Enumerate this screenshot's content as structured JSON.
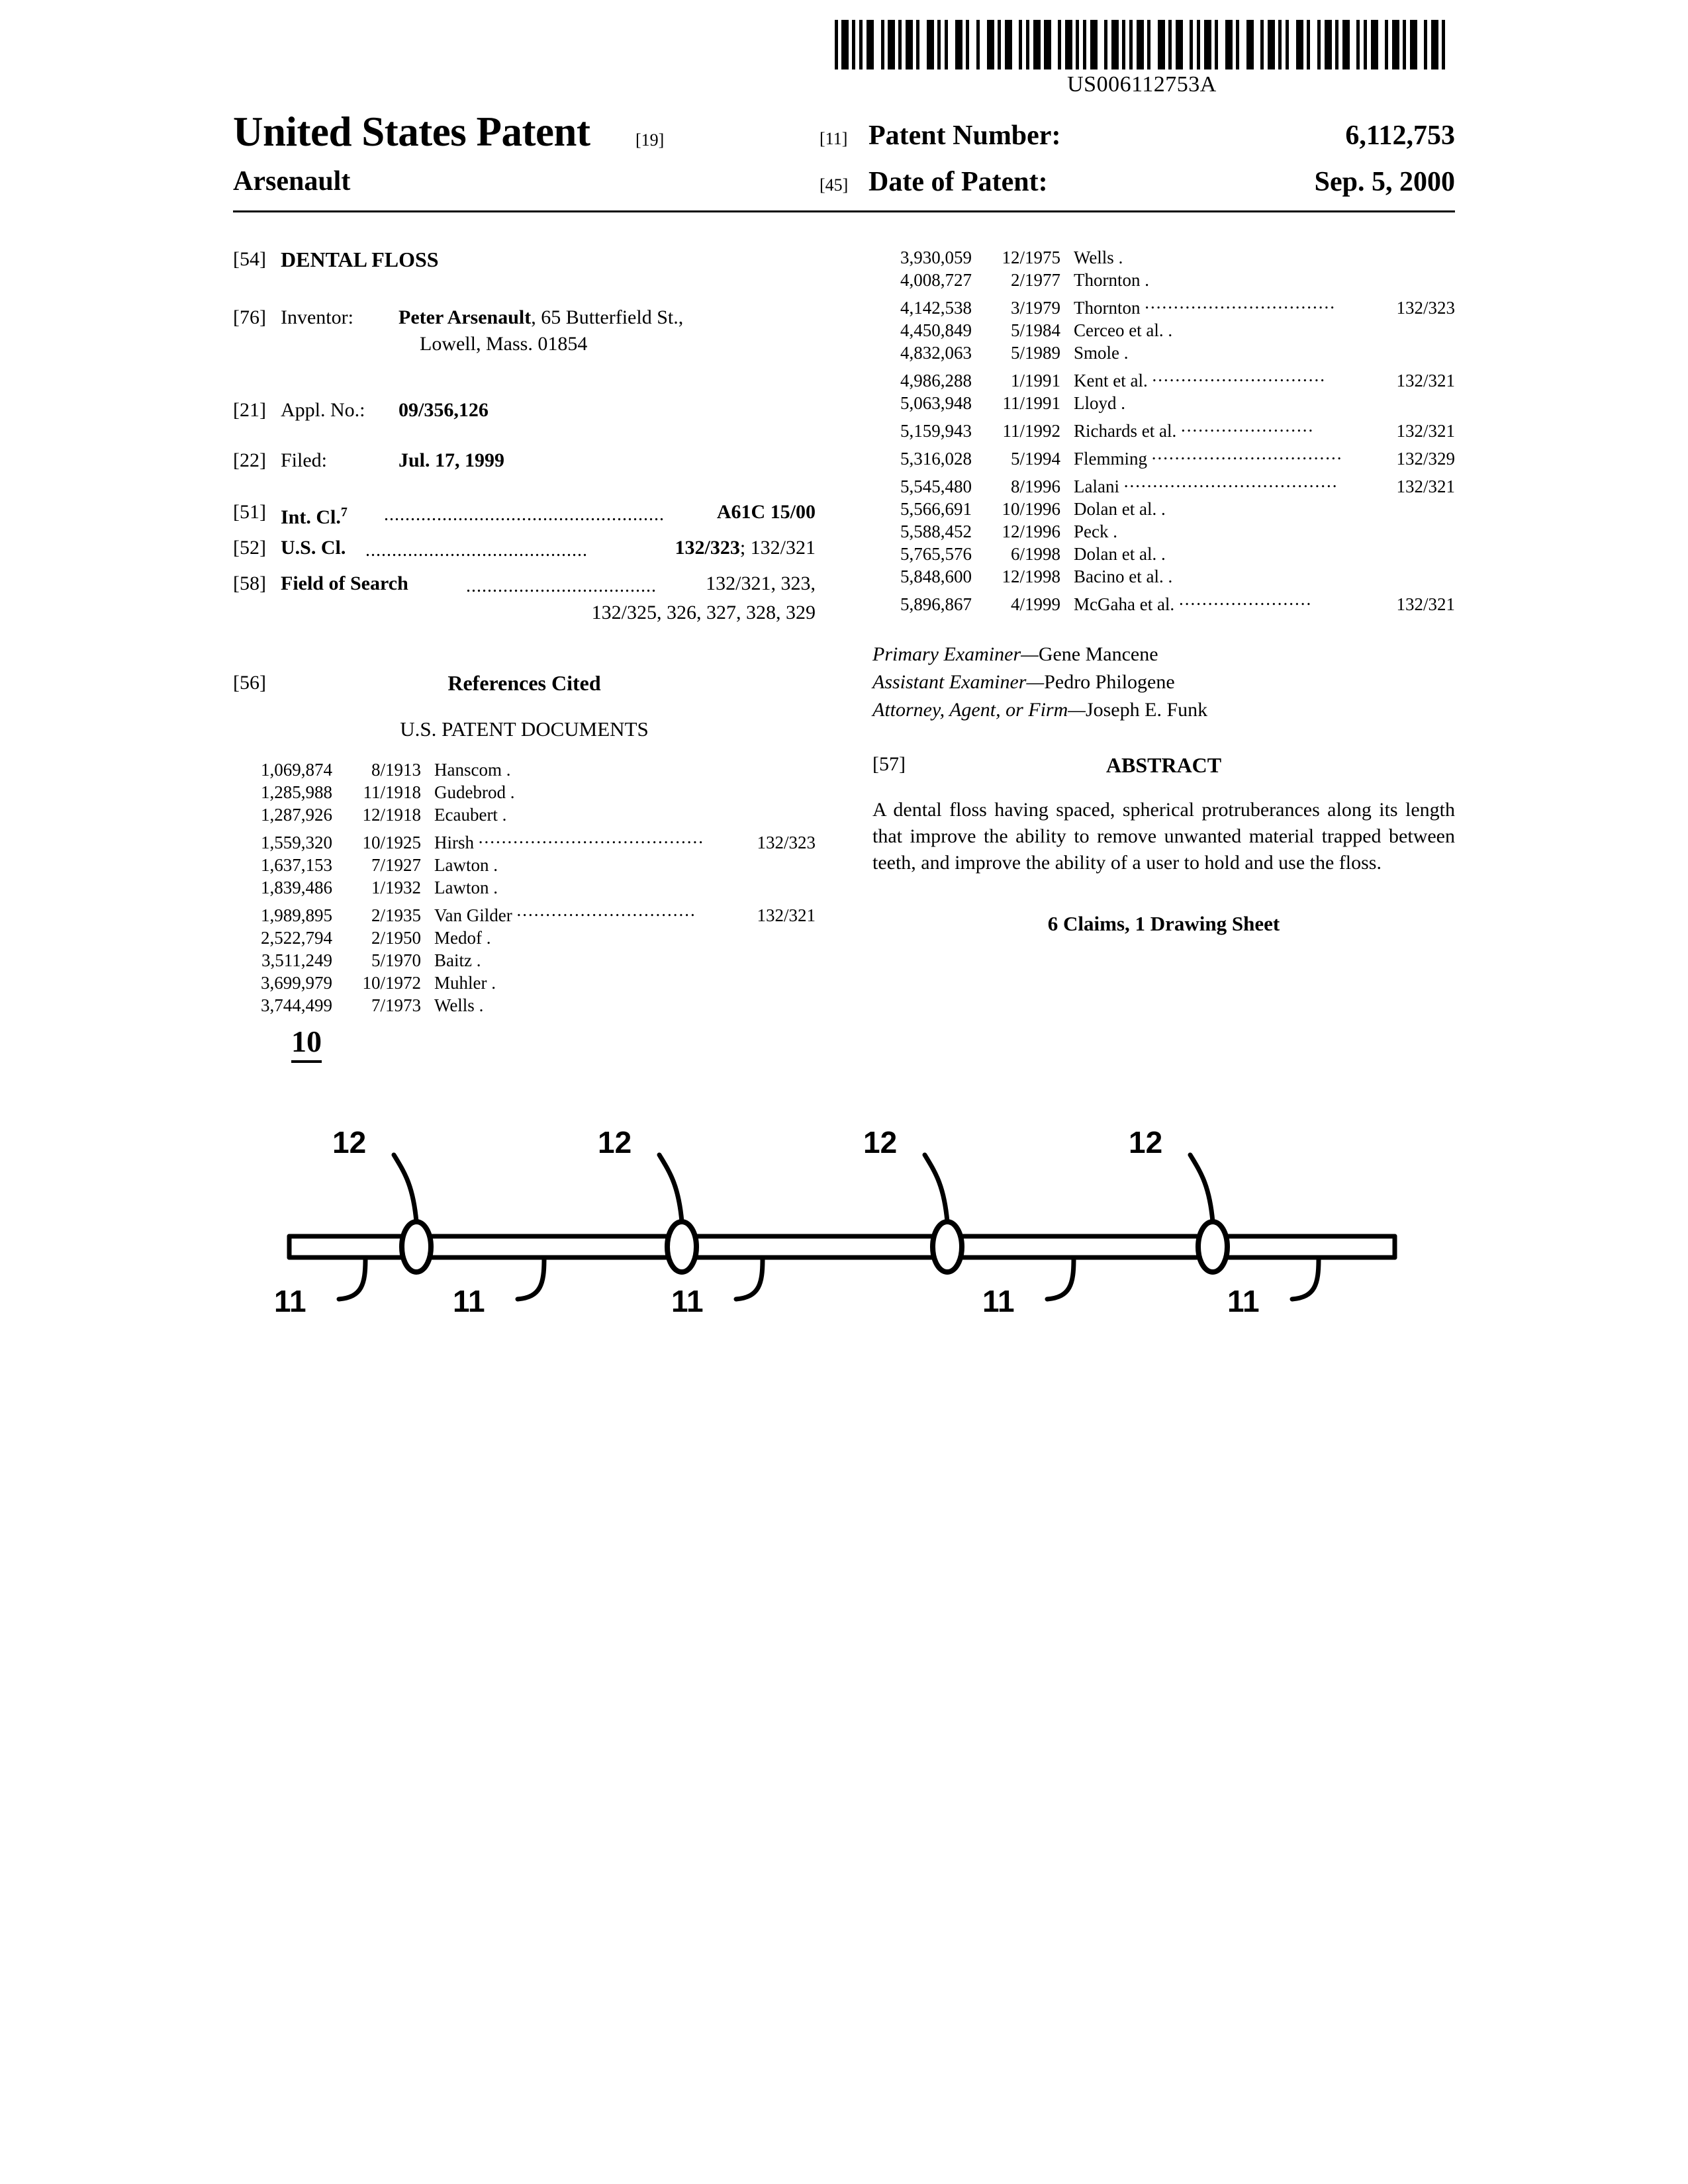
{
  "barcode": {
    "number": "US006112753A",
    "icon": "barcode-icon"
  },
  "header": {
    "office_title": "United States Patent",
    "office_title_code": "[19]",
    "inventor_surname": "Arsenault",
    "patent_number_tag": "[11]",
    "patent_number_label": "Patent Number:",
    "patent_number_value": "6,112,753",
    "date_tag": "[45]",
    "date_label": "Date of Patent:",
    "date_value": "Sep. 5, 2000"
  },
  "biblio": {
    "title_tag": "[54]",
    "title": "DENTAL FLOSS",
    "inventor_tag": "[76]",
    "inventor_label": "Inventor:",
    "inventor_name": "Peter Arsenault",
    "inventor_address_line1": ", 65 Butterfield St.,",
    "inventor_address_line2": "Lowell, Mass. 01854",
    "appl_tag": "[21]",
    "appl_label": "Appl. No.:",
    "appl_value": "09/356,126",
    "filed_tag": "[22]",
    "filed_label": "Filed:",
    "filed_value": "Jul. 17, 1999",
    "intcl_tag": "[51]",
    "intcl_label": "Int. Cl.",
    "intcl_sup": "7",
    "intcl_value": "A61C 15/00",
    "uscl_tag": "[52]",
    "uscl_label": "U.S. Cl.",
    "uscl_value_bold": "132/323",
    "uscl_value_rest": "; 132/321",
    "fos_tag": "[58]",
    "fos_label": "Field of Search",
    "fos_value_line1": "132/321, 323,",
    "fos_value_line2": "132/325, 326, 327, 328, 329"
  },
  "references": {
    "tag": "[56]",
    "heading": "References Cited",
    "subheading": "U.S. PATENT DOCUMENTS",
    "left_column": [
      {
        "number": "1,069,874",
        "date": "8/1913",
        "name": "Hanscom .",
        "cls": ""
      },
      {
        "number": "1,285,988",
        "date": "11/1918",
        "name": "Gudebrod .",
        "cls": ""
      },
      {
        "number": "1,287,926",
        "date": "12/1918",
        "name": "Ecaubert .",
        "cls": ""
      },
      {
        "number": "1,559,320",
        "date": "10/1925",
        "name": "Hirsh",
        "cls": "132/323"
      },
      {
        "number": "1,637,153",
        "date": "7/1927",
        "name": "Lawton .",
        "cls": ""
      },
      {
        "number": "1,839,486",
        "date": "1/1932",
        "name": "Lawton .",
        "cls": ""
      },
      {
        "number": "1,989,895",
        "date": "2/1935",
        "name": "Van Gilder",
        "cls": "132/321"
      },
      {
        "number": "2,522,794",
        "date": "2/1950",
        "name": "Medof .",
        "cls": ""
      },
      {
        "number": "3,511,249",
        "date": "5/1970",
        "name": "Baitz .",
        "cls": ""
      },
      {
        "number": "3,699,979",
        "date": "10/1972",
        "name": "Muhler .",
        "cls": ""
      },
      {
        "number": "3,744,499",
        "date": "7/1973",
        "name": "Wells .",
        "cls": ""
      }
    ],
    "right_column": [
      {
        "number": "3,930,059",
        "date": "12/1975",
        "name": "Wells .",
        "cls": ""
      },
      {
        "number": "4,008,727",
        "date": "2/1977",
        "name": "Thornton .",
        "cls": ""
      },
      {
        "number": "4,142,538",
        "date": "3/1979",
        "name": "Thornton",
        "cls": "132/323"
      },
      {
        "number": "4,450,849",
        "date": "5/1984",
        "name": "Cerceo et al. .",
        "cls": ""
      },
      {
        "number": "4,832,063",
        "date": "5/1989",
        "name": "Smole .",
        "cls": ""
      },
      {
        "number": "4,986,288",
        "date": "1/1991",
        "name": "Kent et al.",
        "cls": "132/321"
      },
      {
        "number": "5,063,948",
        "date": "11/1991",
        "name": "Lloyd .",
        "cls": ""
      },
      {
        "number": "5,159,943",
        "date": "11/1992",
        "name": "Richards et al.",
        "cls": "132/321"
      },
      {
        "number": "5,316,028",
        "date": "5/1994",
        "name": "Flemming",
        "cls": "132/329"
      },
      {
        "number": "5,545,480",
        "date": "8/1996",
        "name": "Lalani",
        "cls": "132/321"
      },
      {
        "number": "5,566,691",
        "date": "10/1996",
        "name": "Dolan et al. .",
        "cls": ""
      },
      {
        "number": "5,588,452",
        "date": "12/1996",
        "name": "Peck .",
        "cls": ""
      },
      {
        "number": "5,765,576",
        "date": "6/1998",
        "name": "Dolan et al. .",
        "cls": ""
      },
      {
        "number": "5,848,600",
        "date": "12/1998",
        "name": "Bacino et al. .",
        "cls": ""
      },
      {
        "number": "5,896,867",
        "date": "4/1999",
        "name": "McGaha et al.",
        "cls": "132/321"
      }
    ]
  },
  "examiners": {
    "primary_label": "Primary Examiner",
    "primary_name": "Gene Mancene",
    "assistant_label": "Assistant Examiner",
    "assistant_name": "Pedro Philogene",
    "attorney_label": "Attorney, Agent, or Firm",
    "attorney_name": "Joseph E. Funk",
    "dash": "—"
  },
  "abstract": {
    "tag": "[57]",
    "heading": "ABSTRACT",
    "text": "A dental floss having spaced, spherical protruberances along its length that improve the ability to remove unwanted material trapped between teeth, and improve the ability of a user to hold and use the floss.",
    "claims_line": "6 Claims, 1 Drawing Sheet"
  },
  "figure": {
    "assembly_label": "10",
    "protuberance_label": "12",
    "strand_label": "11",
    "protuberance_labels": [
      "12",
      "12",
      "12",
      "12"
    ],
    "strand_labels": [
      "11",
      "11",
      "11",
      "11",
      "11"
    ]
  }
}
